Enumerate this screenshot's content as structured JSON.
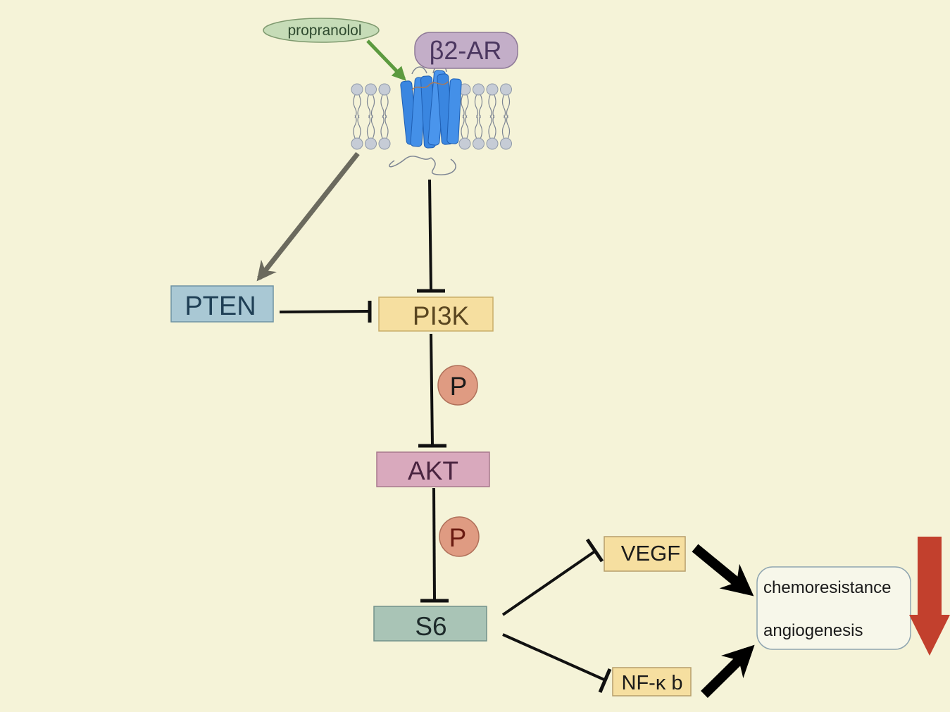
{
  "drug": {
    "label": "propranolol"
  },
  "receptor": {
    "label": "β2-AR"
  },
  "nodes": {
    "pten": "PTEN",
    "pi3k": "PI3K",
    "akt": "AKT",
    "s6": "S6",
    "vegf": "VEGF",
    "nfkb": "NF-κ b"
  },
  "phospho": {
    "p1": "P",
    "p2": "P"
  },
  "outcome": {
    "line1": "chemoresistance",
    "line2": "angiogenesis"
  },
  "colors": {
    "background": "#f5f3d8",
    "pten": "#a9c8d4",
    "pi3k": "#f6dfa0",
    "akt": "#d9a9bd",
    "s6": "#a9c4b6",
    "vegf": "#f6dfa0",
    "nfkb": "#f6dfa0",
    "receptor_label": "#c3aec8",
    "drug_label": "#c6dcb7",
    "phospho": "#df9b82",
    "decrease_arrow": "#c2402d",
    "receptor_helix": "#3a86e0"
  }
}
